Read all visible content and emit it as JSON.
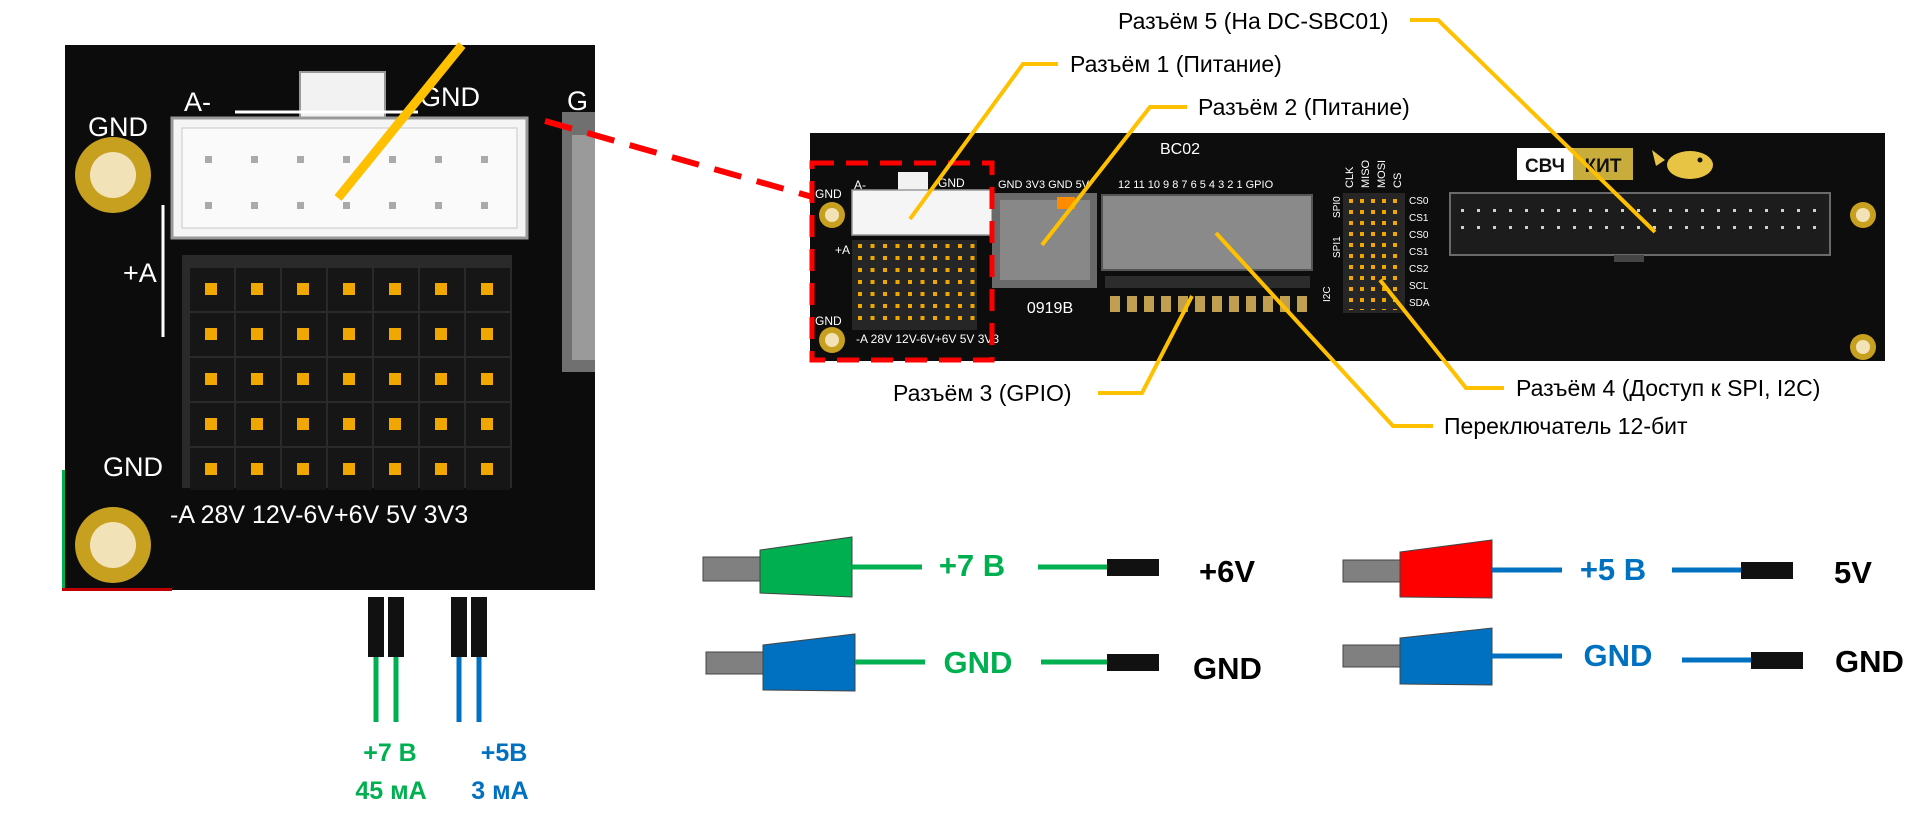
{
  "colors": {
    "green": "#00b050",
    "blue": "#0070c0",
    "red": "#ff0000",
    "gold": "#ffc000",
    "board": "#111111",
    "pin": "#f0a800"
  },
  "zoom": {
    "labels": {
      "gnd_top": "GND",
      "a_minus": "A-",
      "gnd_conn": "GND",
      "g_edge": "G",
      "plus_a": "+A",
      "gnd_bottom": "GND"
    },
    "pin_row": "-A 28V 12V-6V+6V 5V 3V3"
  },
  "board": {
    "name": "BC02",
    "chip": "0919B",
    "small": {
      "gnd1": "GND",
      "a_minus": "A-",
      "gnd_conn": "GND",
      "plus_a": "+A",
      "gnd2": "GND",
      "pin_row": "-A 28V 12V-6V+6V 5V 3V3"
    },
    "conn2_labels": "GND 3V3 GND 5V",
    "gpio_numbers": "12 11 10 9  8  7  6  5  4  3  2  1 GPIO",
    "spi_top": [
      "CLK",
      "MISO",
      "MOSI",
      "CS"
    ],
    "spi0": "SPI0",
    "spi1": "SPI1",
    "i2c": "I2C",
    "cs_labels": [
      "CS0",
      "CS1",
      "CS0",
      "CS1",
      "CS2",
      "SCL",
      "SDA"
    ],
    "logo_left": "СВЧ",
    "logo_right": "КИТ"
  },
  "callouts": {
    "c5": "Разъём 5 (На DC-SBC01)",
    "c1": "Разъём 1 (Питание)",
    "c2": "Разъём 2 (Питание)",
    "c3": "Разъём 3 (GPIO)",
    "c4": "Разъём 4 (Доступ к SPI, I2C)",
    "sw": "Переключатель 12-бит"
  },
  "leads": {
    "green_v": "+7 В",
    "green_ma": "45 мА",
    "blue_v": "+5В",
    "blue_ma": "3 мА"
  },
  "wiring": [
    {
      "label": "+7 В",
      "target": "+6V",
      "plug_color": "#00b050",
      "wire_color": "#00b050"
    },
    {
      "label": "GND",
      "target": "GND",
      "plug_color": "#0070c0",
      "wire_color": "#00b050"
    },
    {
      "label": "+5 В",
      "target": "5V",
      "plug_color": "#ff0000",
      "wire_color": "#0070c0"
    },
    {
      "label": "GND",
      "target": "GND",
      "plug_color": "#0070c0",
      "wire_color": "#0070c0"
    }
  ]
}
